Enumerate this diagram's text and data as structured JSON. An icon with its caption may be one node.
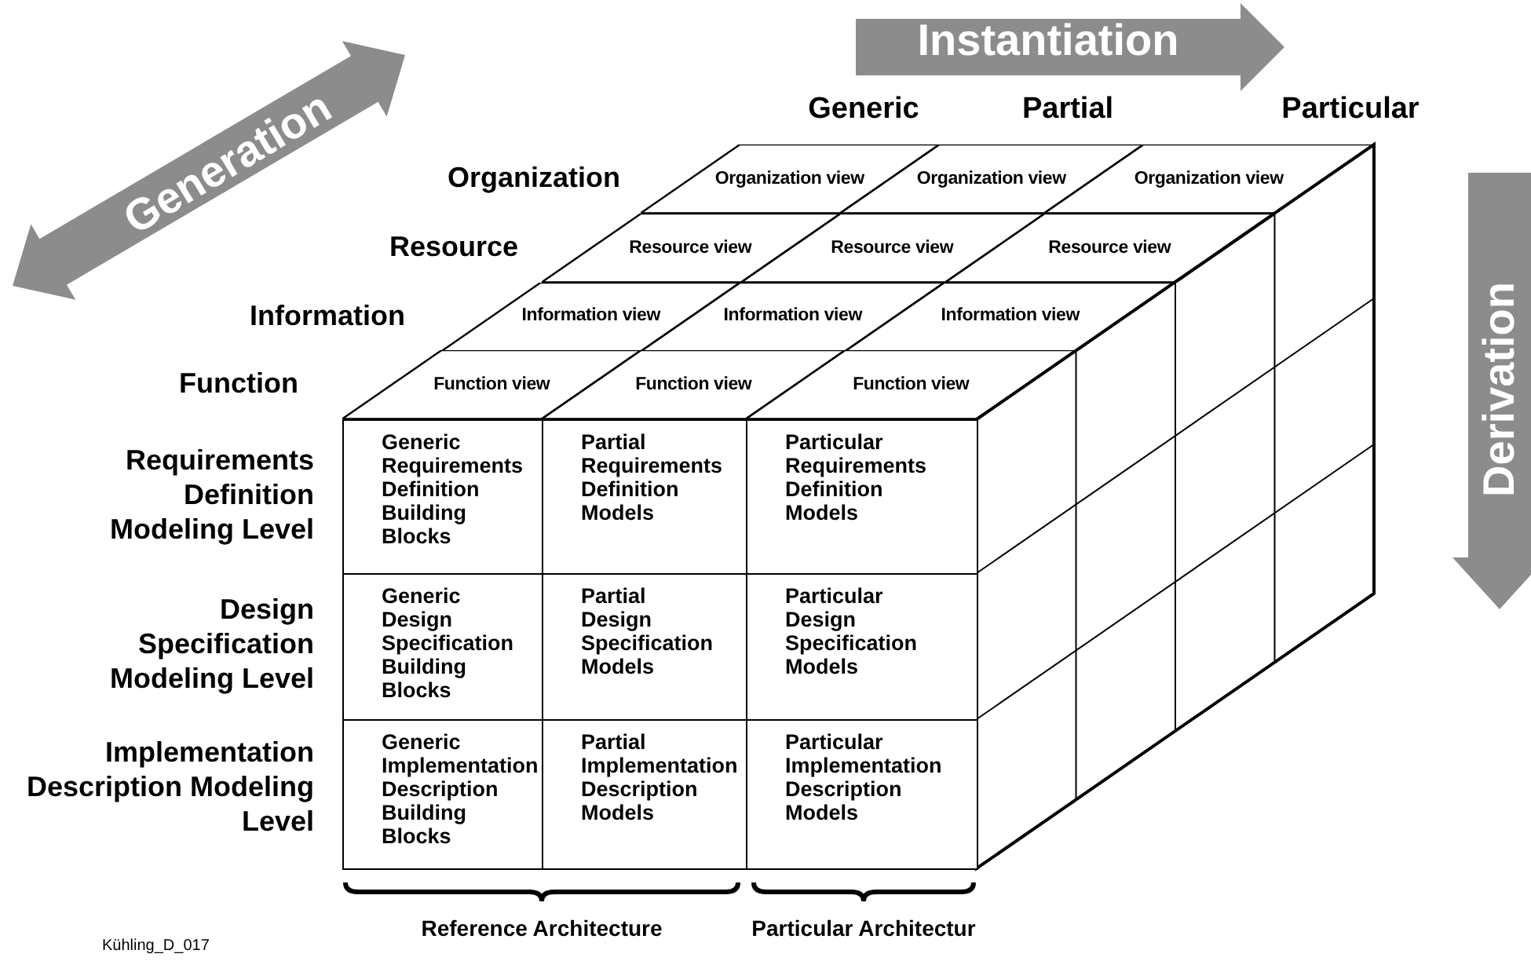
{
  "diagram": {
    "nodes": [
      {
        "text": [
          "Organization view"
        ]
      },
      {
        "text": [
          "Organization view"
        ]
      },
      {
        "text": [
          "Organization view"
        ]
      },
      {
        "text": [
          "Resource view"
        ]
      },
      {
        "text": [
          "Resource view"
        ]
      },
      {
        "text": [
          "Resource view"
        ]
      },
      {
        "text": [
          "Information view"
        ]
      },
      {
        "text": [
          "Information view"
        ]
      },
      {
        "text": [
          "Information view"
        ]
      },
      {
        "text": [
          "Function view"
        ]
      },
      {
        "text": [
          "Function view"
        ]
      },
      {
        "text": [
          "Function view"
        ]
      },
      {
        "text": [
          "Generic Requirements Definition Building Blocks"
        ]
      },
      {
        "text": [
          "Partial Requirements Definition Models"
        ]
      },
      {
        "text": [
          "Particular Requirements Definition Models"
        ]
      },
      {
        "text": [
          "Generic Design Specification Building Blocks"
        ]
      },
      {
        "text": [
          "Partial Design Specification Models"
        ]
      },
      {
        "text": [
          "Particular Design Specification Models"
        ]
      },
      {
        "text": [
          "Generic Implementation Description Building Blocks"
        ]
      },
      {
        "text": [
          "Partial Implementation Description Models"
        ]
      },
      {
        "text": [
          "Particular Implementation Description Models"
        ]
      }
    ],
    "edges": [],
    "labels": [
      "Instantiation",
      "Generation",
      "Derivation",
      "Generic",
      "Partial",
      "Particular",
      "Organization",
      "Resource",
      "Information",
      "Function",
      "Requirements Definition Modeling Level",
      "Design Specification Modeling Level",
      "Implementation Description Modeling Level",
      "Reference Architecture",
      "Particular Architectur",
      "Kühling_D_017"
    ]
  }
}
